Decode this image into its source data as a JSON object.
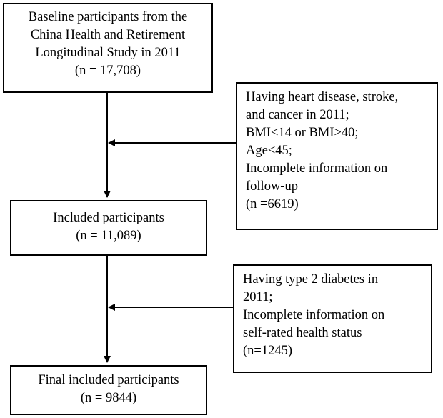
{
  "baseline": {
    "lines": [
      "Baseline participants from the",
      "China Health and Retirement",
      "Longitudinal Study in 2011",
      "(n = 17,708)"
    ]
  },
  "exclusion1": {
    "lines": [
      "Having heart disease, stroke,",
      "and cancer in 2011;",
      "BMI<14 or BMI>40;",
      "Age<45;",
      "Incomplete information on",
      "follow-up",
      "(n =6619)"
    ]
  },
  "included": {
    "lines": [
      "Included participants",
      "(n = 11,089)"
    ]
  },
  "exclusion2": {
    "lines": [
      "Having type 2 diabetes in",
      "2011;",
      "Incomplete information on",
      "self-rated health status",
      "(n=1245)"
    ]
  },
  "final": {
    "lines": [
      "Final included participants",
      "(n = 9844)"
    ]
  }
}
